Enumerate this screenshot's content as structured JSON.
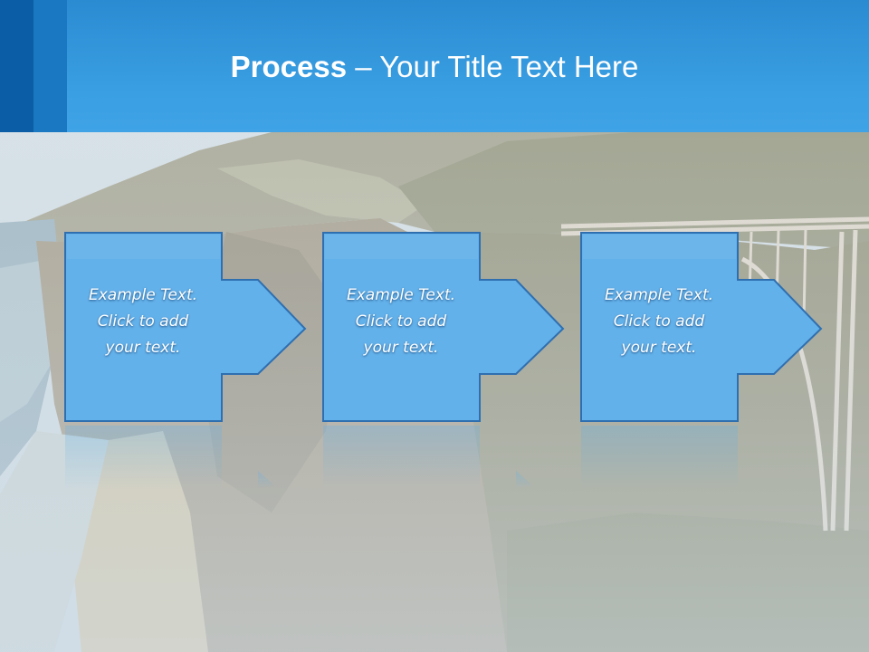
{
  "slide": {
    "title_bold": "Process",
    "title_separator": " – ",
    "title_rest": "Your Title Text Here"
  },
  "process": {
    "steps": [
      {
        "line1": "Example Text.",
        "line2": "Click  to add",
        "line3": "your text."
      },
      {
        "line1": "Example Text.",
        "line2": "Click  to add",
        "line3": "your text."
      },
      {
        "line1": "Example Text.",
        "line2": "Click  to add",
        "line3": "your text."
      }
    ]
  },
  "colors": {
    "banner": "#3a9fe3",
    "banner_stripe_dark": "#0b5ea6",
    "shape_fill": "#63b1ea",
    "shape_stroke": "#2f6fb0"
  }
}
